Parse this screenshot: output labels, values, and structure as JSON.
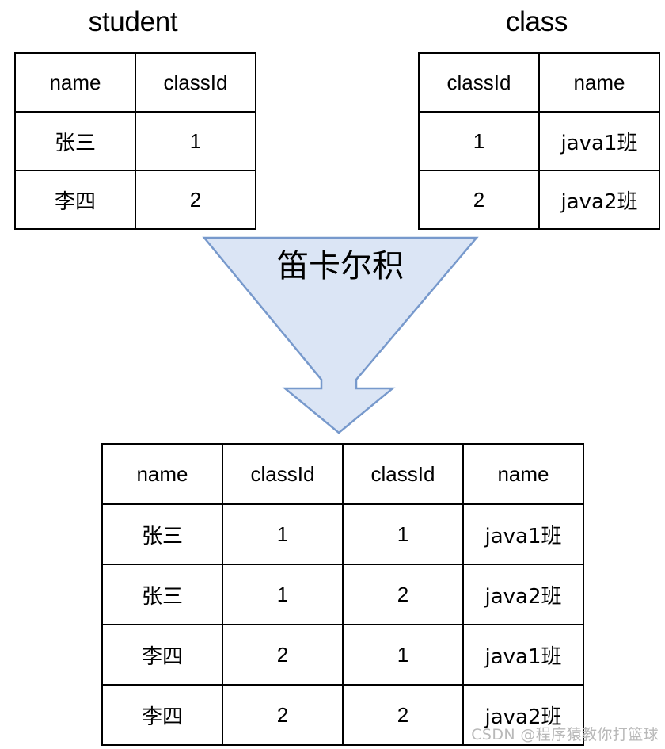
{
  "page": {
    "background_color": "#ffffff",
    "watermark": "CSDN @程序猿教你打篮球"
  },
  "diagram": {
    "type": "cartesian-product-join",
    "operation_label": "笛卡尔积",
    "funnel": {
      "fill_color": "#DBE5F5",
      "stroke_color": "#7799CC"
    }
  },
  "student_table": {
    "title": "student",
    "headers": [
      "name",
      "classId"
    ],
    "rows": [
      [
        "张三",
        "1"
      ],
      [
        "李四",
        "2"
      ]
    ]
  },
  "class_table": {
    "title": "class",
    "headers": [
      "classId",
      "name"
    ],
    "rows": [
      [
        "1",
        "java1班"
      ],
      [
        "2",
        "java2班"
      ]
    ]
  },
  "result_table": {
    "headers": [
      "name",
      "classId",
      "classId",
      "name"
    ],
    "rows": [
      [
        "张三",
        "1",
        "1",
        "java1班"
      ],
      [
        "张三",
        "1",
        "2",
        "java2班"
      ],
      [
        "李四",
        "2",
        "1",
        "java1班"
      ],
      [
        "李四",
        "2",
        "2",
        "java2班"
      ]
    ]
  }
}
